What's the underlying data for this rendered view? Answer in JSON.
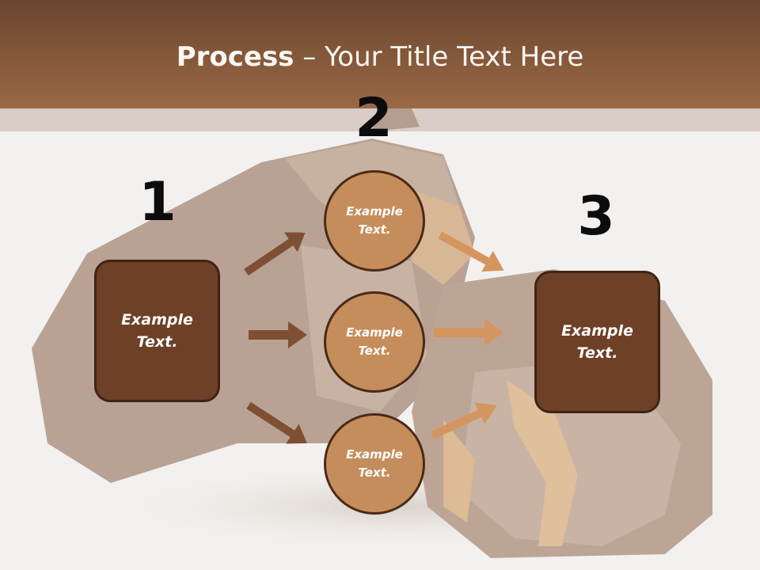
{
  "slide": {
    "title_bold": "Process",
    "title_rest": " – Your Title Text Here"
  },
  "steps": {
    "one": "1",
    "two": "2",
    "three": "3"
  },
  "left_box": {
    "label": "Example Text."
  },
  "circles": [
    {
      "label": "Example Text."
    },
    {
      "label": "Example Text."
    },
    {
      "label": "Example Text."
    }
  ],
  "right_box": {
    "label": "Example Text."
  },
  "colors": {
    "header_top": "#6b4530",
    "header_bottom": "#9a6945",
    "box_fill": "#6e4027",
    "circle_fill": "#c58d5b",
    "arrow_dark": "#7e4f33",
    "arrow_light": "#d4955e"
  }
}
